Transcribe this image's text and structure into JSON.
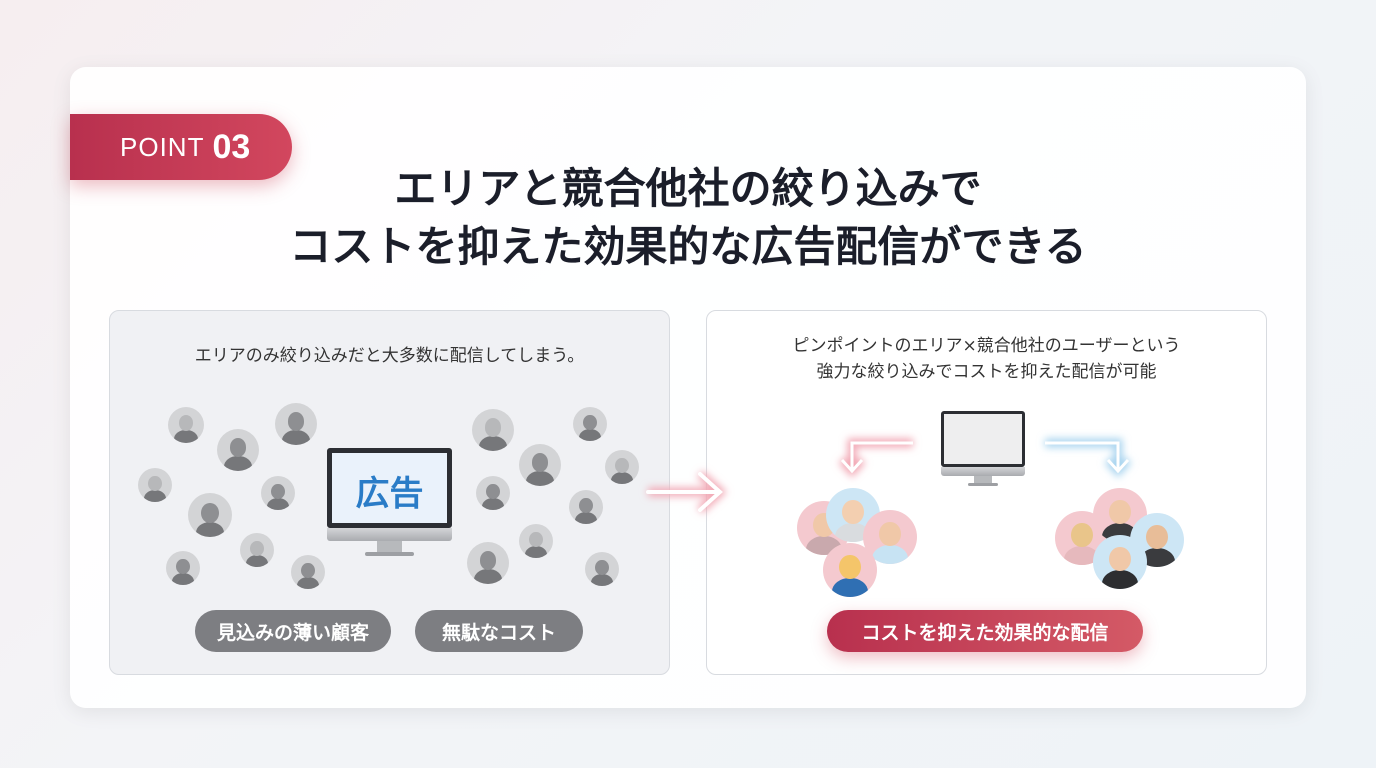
{
  "badge": {
    "prefix": "POINT",
    "number": "03"
  },
  "title": {
    "line1": "エリアと競合他社の絞り込みで",
    "line2": "コストを抑えた効果的な広告配信ができる"
  },
  "left_panel": {
    "caption": "エリアのみ絞り込みだと大多数に配信してしまう。",
    "monitor_text": "広告",
    "tags": [
      "見込みの薄い顧客",
      "無駄なコスト"
    ]
  },
  "right_panel": {
    "caption_line1": "ピンポイントのエリア×競合他社のユーザーという",
    "caption_line2": "強力な絞り込みでコストを抑えた配信が可能",
    "result_label": "コストを抑えた効果的な配信"
  },
  "colors": {
    "accent_red": "#c03a54",
    "ad_blue": "#2a7cc7",
    "grey_pill": "#7d7e82",
    "pink_ring": "#f4c9cf",
    "blue_ring": "#cde6f5"
  }
}
